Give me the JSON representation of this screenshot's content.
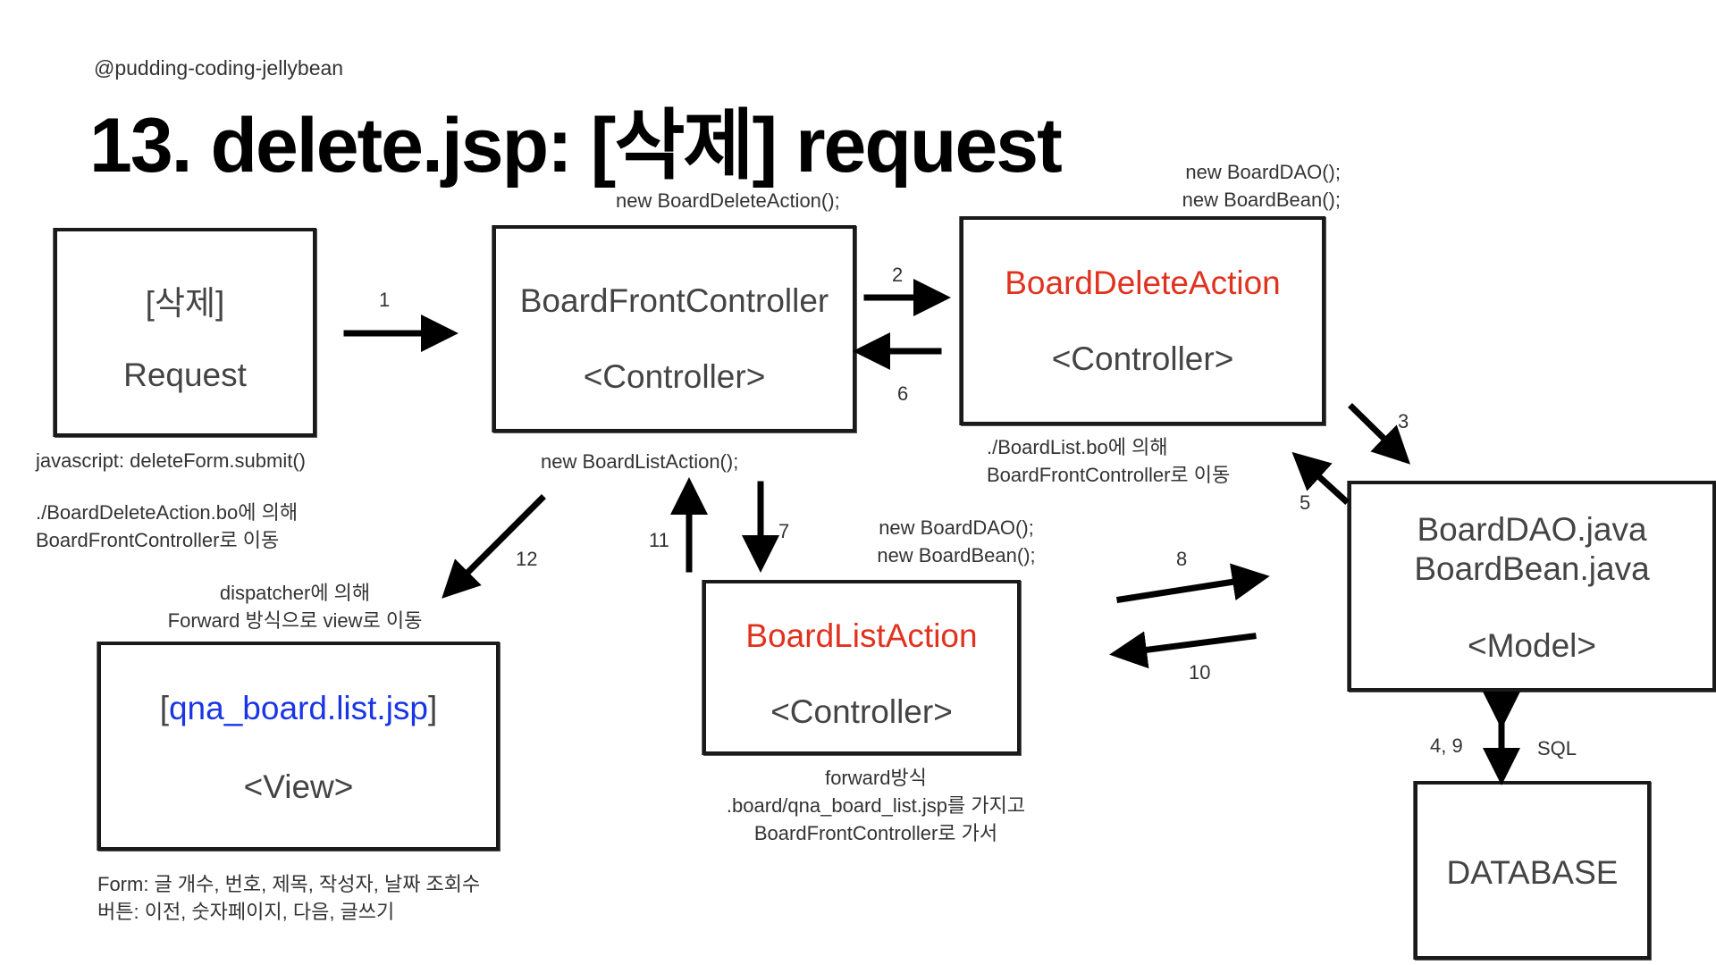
{
  "author": "@pudding-coding-jellybean",
  "title": "13. delete.jsp: [삭제] request",
  "boxes": {
    "request": {
      "line1": "[삭제]",
      "line2": "Request"
    },
    "front_controller": {
      "line1": "BoardFrontController",
      "line2": "<Controller>"
    },
    "delete_action": {
      "line1": "BoardDeleteAction",
      "line2": "<Controller>"
    },
    "dao": {
      "line1": "BoardDAO.java",
      "line2": "BoardBean.java",
      "line3": "<Model>"
    },
    "list_action": {
      "line1": "BoardListAction",
      "line2": "<Controller>"
    },
    "view": {
      "bracket_open": "[",
      "file": "qna_board.list.jsp",
      "bracket_close": "]",
      "line2": "<View>"
    },
    "database": {
      "label": "DATABASE"
    }
  },
  "notes": {
    "new_delete_action": "new BoardDeleteAction();",
    "new_dao_top": [
      "new BoardDAO();",
      "new BoardBean();"
    ],
    "js_submit": "javascript: deleteForm.submit()",
    "delete_action_bo": [
      "./BoardDeleteAction.bo에 의해",
      "BoardFrontController로 이동"
    ],
    "new_list_action": "new BoardListAction();",
    "boardlist_bo": [
      "./BoardList.bo에 의해",
      "BoardFrontController로 이동"
    ],
    "new_dao_mid": [
      "new BoardDAO();",
      "new BoardBean();"
    ],
    "dispatcher": [
      "dispatcher에 의해",
      "Forward 방식으로 view로 이동"
    ],
    "forward": [
      "forward방식",
      ".board/qna_board_list.jsp를 가지고",
      "BoardFrontController로 가서"
    ],
    "form": [
      "Form: 글 개수, 번호, 제목, 작성자, 날짜 조회수",
      "버튼: 이전, 숫자페이지, 다음, 글쓰기"
    ],
    "sql": "SQL"
  },
  "steps": {
    "s1": "1",
    "s2": "2",
    "s3": "3",
    "s49": "4, 9",
    "s5": "5",
    "s6": "6",
    "s7": "7",
    "s8": "8",
    "s10": "10",
    "s11": "11",
    "s12": "12"
  },
  "colors": {
    "accent_red": "#e0321f",
    "link_blue": "#1a35e6",
    "ink": "#1a1a1a"
  }
}
